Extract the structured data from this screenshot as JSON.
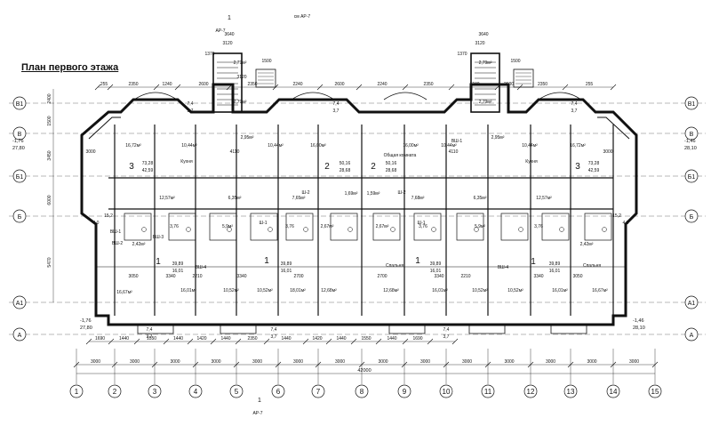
{
  "title": "План первого этажа",
  "column_axes": [
    "1",
    "2",
    "3",
    "4",
    "5",
    "6",
    "7",
    "8",
    "9",
    "10",
    "11",
    "12",
    "13",
    "14",
    "15"
  ],
  "row_axes": [
    "В1",
    "В",
    "Б1",
    "Б",
    "А1",
    "А"
  ],
  "top_dimensions": [
    "255",
    "2350",
    "1240",
    "2600",
    "2350",
    "2240",
    "2600",
    "2240",
    "2350",
    "1240",
    "2600",
    "2350",
    "255"
  ],
  "bottom_dimensions": [
    "1690",
    "1440",
    "1550",
    "1440",
    "1420",
    "1440",
    "2350",
    "1440",
    "1420",
    "1440",
    "1550",
    "1440",
    "1690"
  ],
  "module_dimensions": [
    "3000",
    "3000",
    "3000",
    "3000",
    "3000",
    "3000",
    "3000",
    "3000",
    "3000",
    "3000",
    "3000",
    "3000",
    "3000",
    "3000"
  ],
  "overall_dimension": "42000",
  "left_vertical_dimensions": [
    "2400",
    "1500",
    "3450",
    "6000",
    "5470"
  ],
  "level_marks": [
    "-1,76",
    "27,80",
    "-1,46",
    "28,10"
  ],
  "section_labels": [
    "1",
    "AP-7",
    "см АР-7"
  ],
  "stair_top_dims": [
    "3640",
    "3120",
    "1500",
    "3120",
    "1370",
    "3640",
    "3120",
    "1500",
    "1370"
  ],
  "rooms": [
    {
      "label": "16,72м²"
    },
    {
      "label": "10,44м²"
    },
    {
      "label": "10,44м²"
    },
    {
      "label": "16,00м²"
    },
    {
      "label": "16,00м²"
    },
    {
      "label": "10,44м²"
    },
    {
      "label": "10,44м²"
    },
    {
      "label": "16,72м²"
    },
    {
      "label": "2,95м²"
    },
    {
      "label": "2,95м²"
    },
    {
      "label": "3"
    },
    {
      "label": "73,28"
    },
    {
      "label": "42,59"
    },
    {
      "label": "2"
    },
    {
      "label": "50,16"
    },
    {
      "label": "28,68"
    },
    {
      "label": "2"
    },
    {
      "label": "50,16"
    },
    {
      "label": "28,68"
    },
    {
      "label": "3"
    },
    {
      "label": "73,28"
    },
    {
      "label": "42,59"
    },
    {
      "label": "Кухня"
    },
    {
      "label": "Кухня"
    },
    {
      "label": "Общая комната"
    },
    {
      "label": "12,57м²"
    },
    {
      "label": "6,35м²"
    },
    {
      "label": "7,65м²"
    },
    {
      "label": "1,69м²"
    },
    {
      "label": "1,59м²"
    },
    {
      "label": "7,68м²"
    },
    {
      "label": "6,35м²"
    },
    {
      "label": "12,57м²"
    },
    {
      "label": "15,2"
    },
    {
      "label": "15,2"
    },
    {
      "label": "2,42м²"
    },
    {
      "label": "3,76"
    },
    {
      "label": "5,9м²"
    },
    {
      "label": "3,76"
    },
    {
      "label": "2,67м²"
    },
    {
      "label": "2,67м²"
    },
    {
      "label": "3,76"
    },
    {
      "label": "5,9м²"
    },
    {
      "label": "3,76"
    },
    {
      "label": "2,42м²"
    },
    {
      "label": "1"
    },
    {
      "label": "39,89"
    },
    {
      "label": "16,01"
    },
    {
      "label": "1"
    },
    {
      "label": "39,89"
    },
    {
      "label": "16,01"
    },
    {
      "label": "1"
    },
    {
      "label": "39,89"
    },
    {
      "label": "16,01"
    },
    {
      "label": "1"
    },
    {
      "label": "39,89"
    },
    {
      "label": "16,01"
    },
    {
      "label": "Спальня"
    },
    {
      "label": "Спальня"
    },
    {
      "label": "16,67м²"
    },
    {
      "label": "16,01м²"
    },
    {
      "label": "10,52м²"
    },
    {
      "label": "10,52м²"
    },
    {
      "label": "18,01м²"
    },
    {
      "label": "12,68м²"
    },
    {
      "label": "12,68м²"
    },
    {
      "label": "16,01м²"
    },
    {
      "label": "10,52м²"
    },
    {
      "label": "10,52м²"
    },
    {
      "label": "16,01м²"
    },
    {
      "label": "16,67м²"
    },
    {
      "label": "ВШ-1"
    },
    {
      "label": "ВШ-2"
    },
    {
      "label": "ВШ-3"
    },
    {
      "label": "ВШ-4"
    },
    {
      "label": "ВШ-4"
    },
    {
      "label": "ВШ-1"
    },
    {
      "label": "Ш-1"
    },
    {
      "label": "Ш-1"
    },
    {
      "label": "Ш-2"
    },
    {
      "label": "Ш-2"
    },
    {
      "label": "7,4"
    },
    {
      "label": "3,7"
    },
    {
      "label": "7,4"
    },
    {
      "label": "3,7"
    },
    {
      "label": "7,4"
    },
    {
      "label": "3,7"
    },
    {
      "label": "7,4"
    },
    {
      "label": "3,7"
    },
    {
      "label": "7,4"
    },
    {
      "label": "3,7"
    },
    {
      "label": "7,4"
    },
    {
      "label": "3,7"
    },
    {
      "label": "2,79м²"
    },
    {
      "label": "2,79м²"
    },
    {
      "label": "2,79м²"
    },
    {
      "label": "2,79м²"
    },
    {
      "label": "4,0"
    },
    {
      "label": "4,0"
    },
    {
      "label": "3000"
    },
    {
      "label": "4110"
    },
    {
      "label": "4110"
    },
    {
      "label": "3000"
    },
    {
      "label": "3340"
    },
    {
      "label": "2210"
    },
    {
      "label": "3340"
    },
    {
      "label": "2700"
    },
    {
      "label": "2700"
    },
    {
      "label": "3340"
    },
    {
      "label": "2210"
    },
    {
      "label": "3340"
    },
    {
      "label": "3050"
    },
    {
      "label": "3050"
    }
  ]
}
